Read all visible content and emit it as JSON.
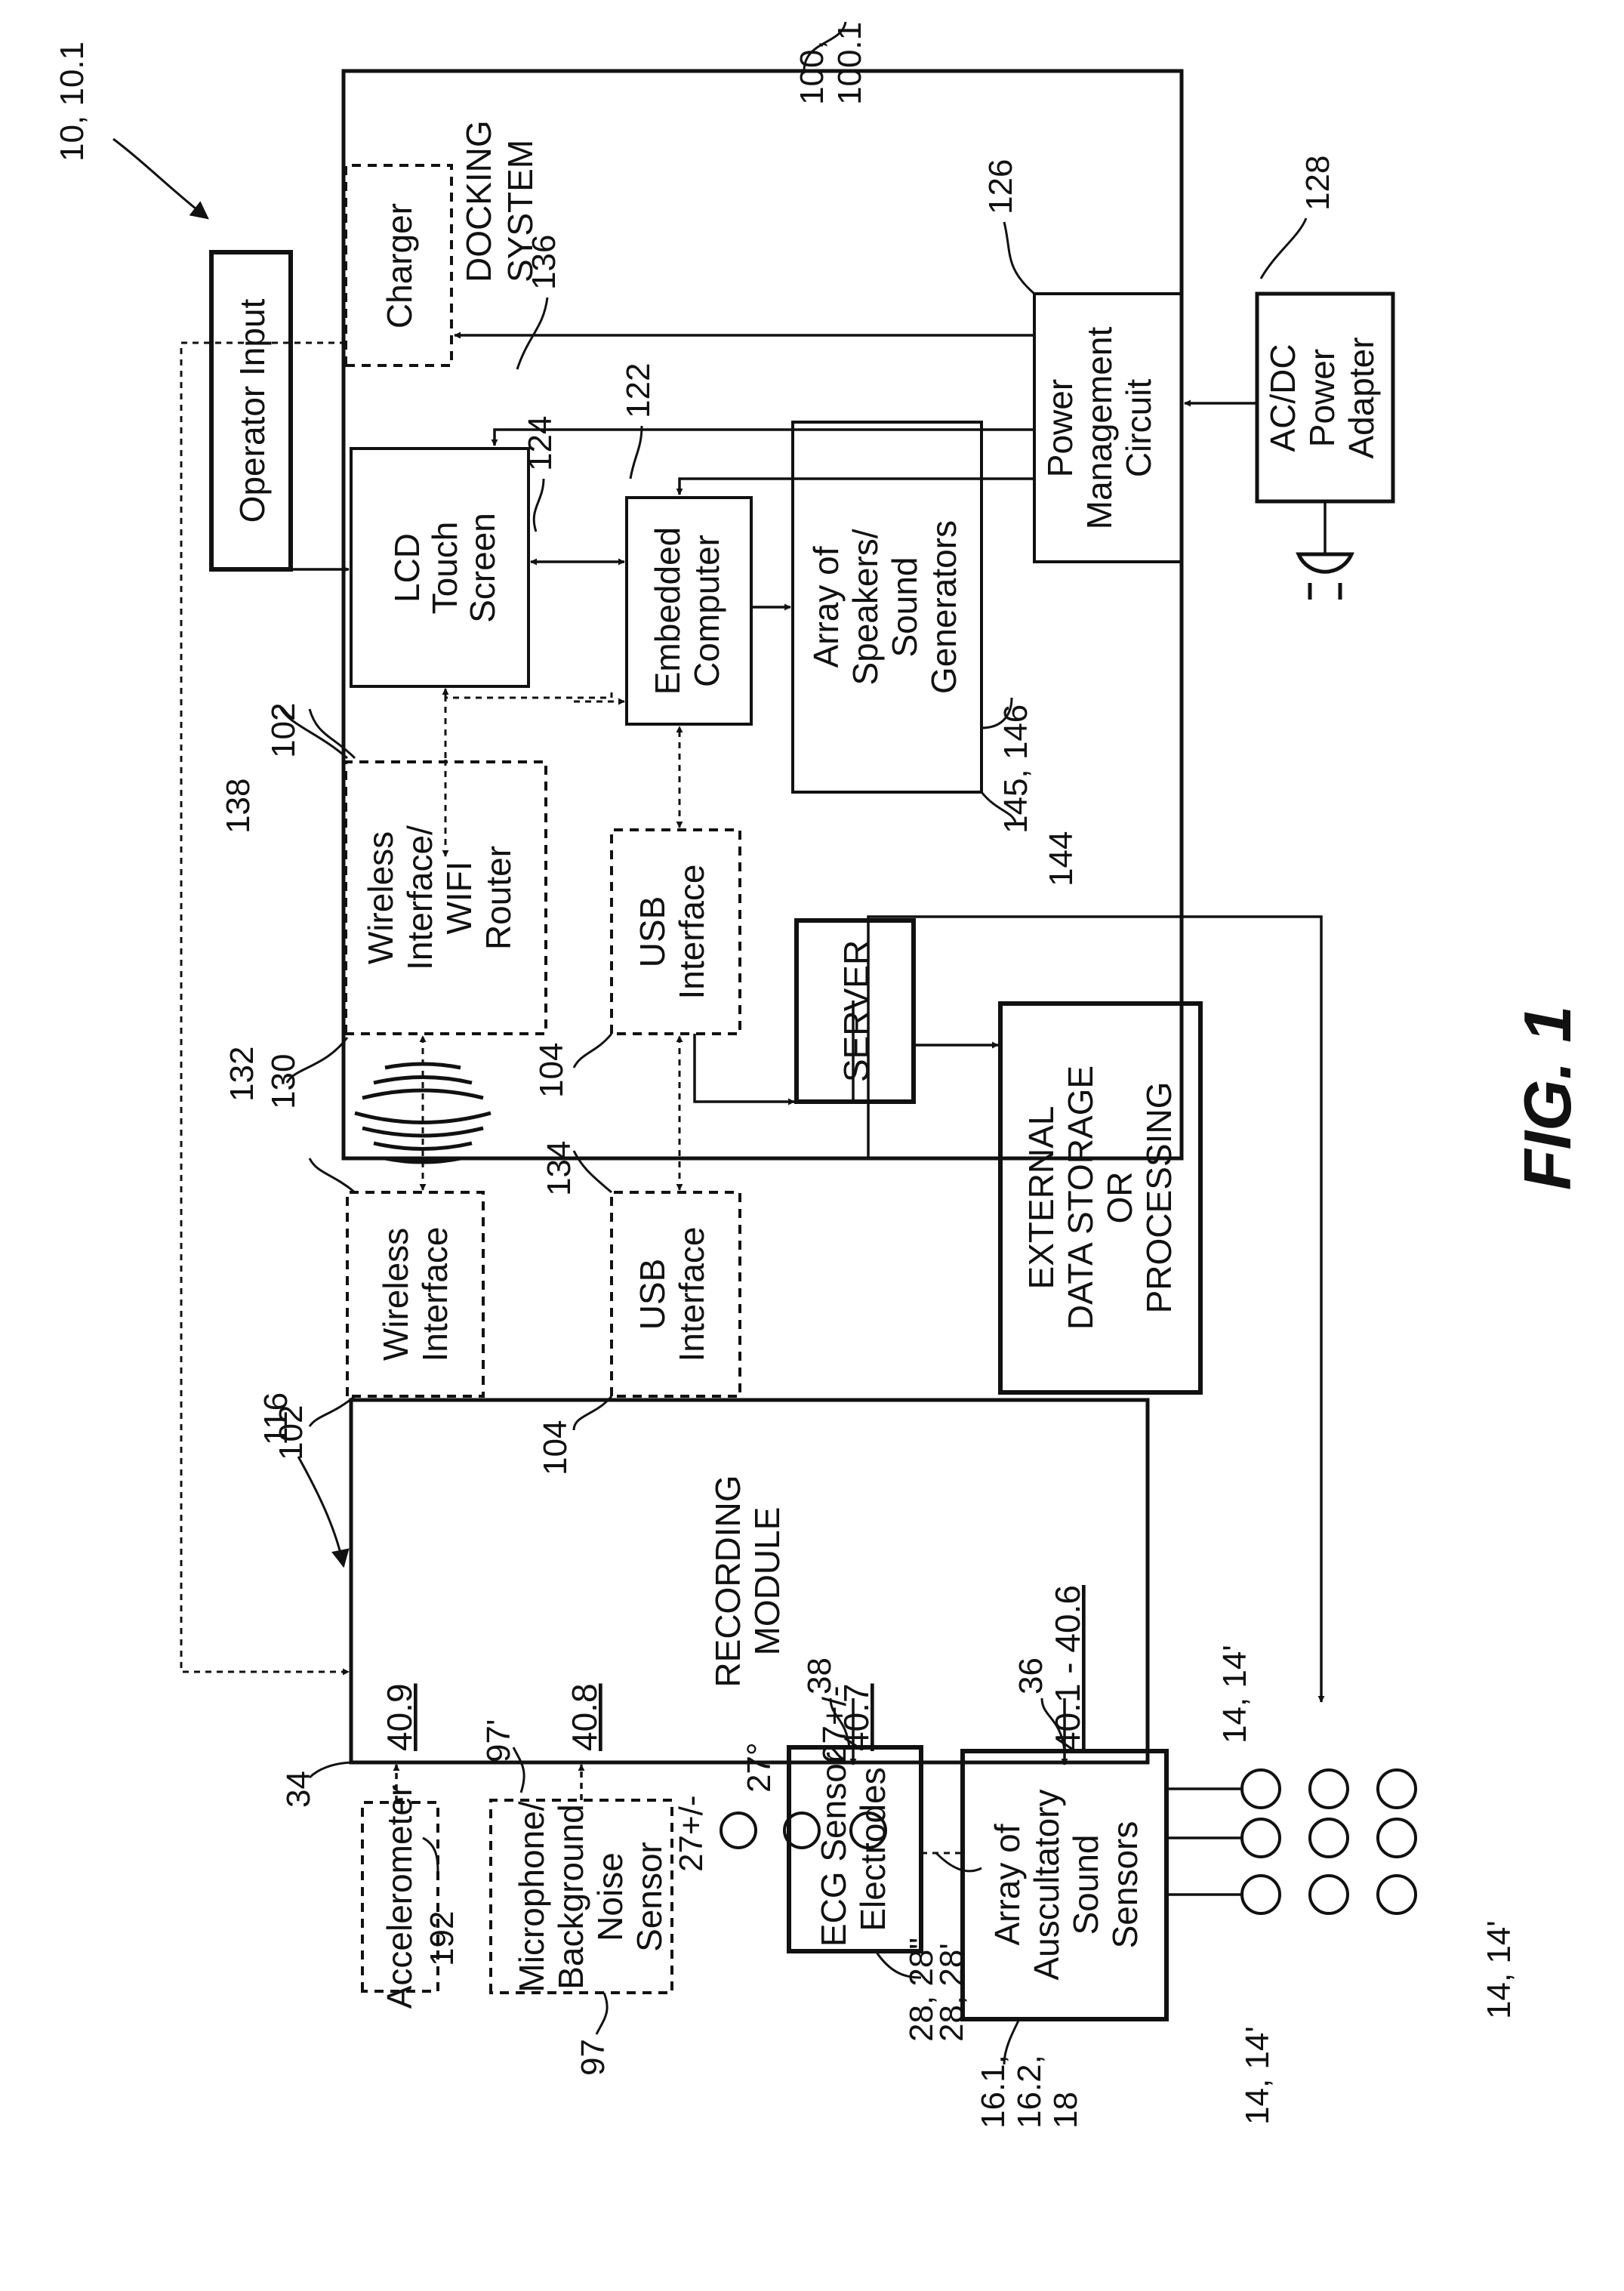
{
  "figure": {
    "label": "FIG.  1",
    "system_ref": "10, 10.1"
  },
  "colors": {
    "ink": "#111111",
    "paper": "#ffffff"
  },
  "docking": {
    "title": [
      "DOCKING",
      "SYSTEM"
    ],
    "ref": [
      "100,",
      "100.1"
    ],
    "charger": {
      "label": [
        "Charger"
      ],
      "ref": "136"
    },
    "lcd": {
      "label": [
        "LCD",
        "Touch",
        "Screen"
      ],
      "ref": "124"
    },
    "computer": {
      "label": [
        "Embedded",
        "Computer"
      ],
      "ref": "122"
    },
    "speakers": {
      "label": [
        "Array of",
        "Speakers/",
        "Sound",
        "Generators"
      ],
      "ref_a": "145, 146",
      "ref_b": "144"
    },
    "power_mgmt": {
      "label": [
        "Power",
        "Management",
        "Circuit"
      ],
      "ref": "126"
    }
  },
  "adapter": {
    "label": [
      "AC/DC",
      "Power",
      "Adapter"
    ],
    "ref": "128"
  },
  "operator_input": {
    "label": "Operator Input"
  },
  "router": {
    "label": [
      "Wireless",
      "Interface/",
      "WIFI",
      "Router"
    ],
    "ref_a": "130",
    "ref_b": "138",
    "ref_c": "102"
  },
  "usb_dock": {
    "label": [
      "USB",
      "Interface"
    ],
    "ref": "104"
  },
  "wireless_link_ref": "132",
  "usb_link_ref": "134",
  "wireless_rec": {
    "label": [
      "Wireless",
      "Interface"
    ],
    "ref": "102"
  },
  "usb_rec": {
    "label": [
      "USB",
      "Interface"
    ],
    "ref": "104"
  },
  "server": {
    "label": "SERVER"
  },
  "external": {
    "label": [
      "EXTERNAL",
      "DATA STORAGE",
      "OR",
      "PROCESSING"
    ]
  },
  "recording": {
    "title": [
      "RECORDING",
      "MODULE"
    ],
    "ref": "116",
    "ref_edge": "34",
    "channels": [
      "40.9",
      "40.8",
      "40.7",
      "40.1 - 40.6"
    ]
  },
  "accelerometer": {
    "label": [
      "Accelerometer"
    ],
    "ref": "192"
  },
  "microphone": {
    "label": [
      "Microphone/",
      "Background",
      "Noise",
      "Sensor"
    ],
    "ref_a": "97",
    "ref_b": "97'"
  },
  "ecg": {
    "label": [
      "ECG Sensor",
      "Electrodes"
    ],
    "ref_main": "28, 28\"",
    "ref_link": "38",
    "elec_left": "27+/-",
    "elec_mid": "27°",
    "elec_right": "27+/-"
  },
  "auscultatory": {
    "label": [
      "Array of",
      "Auscultatory",
      "Sound",
      "Sensors"
    ],
    "ref_a": [
      "16.1,",
      "16.2,",
      "18"
    ],
    "ref_link": "36",
    "ref_pair": "28, 28'",
    "sensor_ref_top": "14, 14'",
    "sensor_ref_bottom": "14, 14'",
    "sensor_ref_right": "14, 14'"
  }
}
